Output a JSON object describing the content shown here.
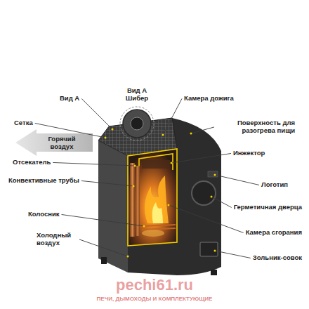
{
  "diagram": {
    "labels": [
      "Вид А",
      "Вид А Шибер",
      "Камера дожига",
      "Сетка",
      "Поверхность для разогрева пищи",
      "Горячий воздух",
      "Инжектор",
      "Отсекатель",
      "Конвективные трубы",
      "Логотип",
      "Герметичная дверца",
      "Колосник",
      "Камера сгорания",
      "Холодный воздух",
      "Зольник-совок",
      "pechi61.ru",
      "ПЕЧИ, ДЫМОХОДЫ И КОМПЛЕКТУЮЩИЕ"
    ]
  }
}
